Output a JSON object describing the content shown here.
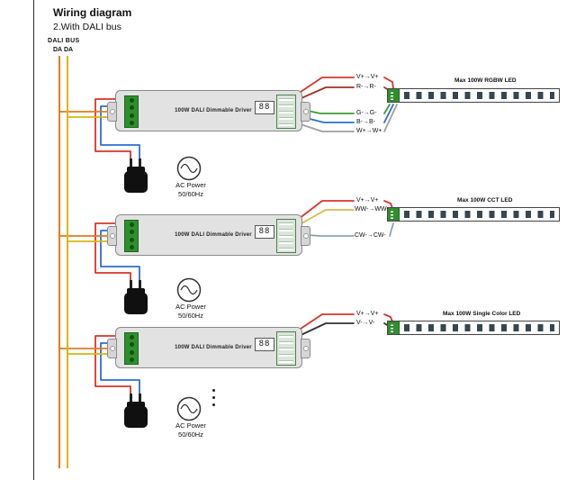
{
  "page": {
    "title": "Wiring diagram",
    "subtitle": "2.With DALI bus"
  },
  "bus": {
    "label": "DALI BUS",
    "da1": "DA",
    "da2": "DA"
  },
  "colors": {
    "wire_red": "#d7352a",
    "wire_blue": "#2b6fd4",
    "wire_orange": "#e07b1a",
    "wire_yellow": "#d8b512",
    "wire_green": "#3f9b35",
    "wire_dark_red": "#a53125",
    "wire_grey": "#9aa0a6",
    "wire_warm_white": "#d9b84e",
    "wire_cool_white": "#8fa4ae",
    "wire_black": "#333333",
    "terminal_green": "#2f8f2f",
    "led_chip": "#36474f"
  },
  "drivers": [
    {
      "label": "100W DALI Dimmable Driver",
      "display": "88",
      "ac_line1": "AC Power",
      "ac_line2": "50/60Hz"
    },
    {
      "label": "100W DALI Dimmable Driver",
      "display": "88",
      "ac_line1": "AC Power",
      "ac_line2": "50/60Hz"
    },
    {
      "label": "100W DALI Dimmable Driver",
      "display": "88",
      "ac_line1": "AC Power",
      "ac_line2": "50/60Hz"
    }
  ],
  "outputs": [
    {
      "led_label": "Max 100W RGBW LED",
      "top_wires": [
        "V+→V+",
        "R-→R-"
      ],
      "bottom_wires": [
        "G-→G-",
        "B-→B-",
        "W+→W+"
      ]
    },
    {
      "led_label": "Max 100W CCT LED",
      "top_wires": [
        "V+→V+",
        "WW-→WW-"
      ],
      "bottom_wires": [
        "CW-→CW-"
      ]
    },
    {
      "led_label": "Max 100W Single Color LED",
      "top_wires": [
        "V+→V+",
        "V-→V-"
      ],
      "bottom_wires": []
    }
  ]
}
